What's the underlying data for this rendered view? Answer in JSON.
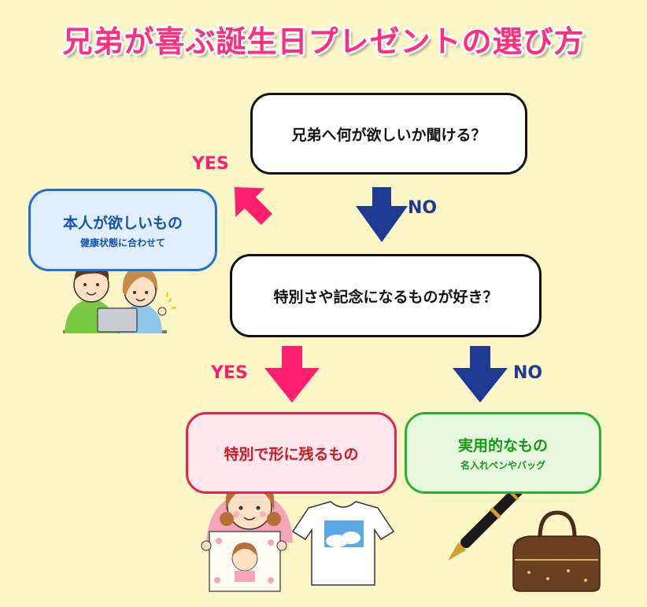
{
  "title": "兄弟が喜ぶ誕生日プレゼントの選び方",
  "question1": "兄弟へ何が欲しいか聞ける？",
  "question2": "特別さや記念になるものが好き？",
  "labels": {
    "yes": "YES",
    "no": "NO"
  },
  "results": {
    "wanted": {
      "main": "本人が欲しいもの",
      "sub": "健康状態に合わせて"
    },
    "special": {
      "main": "特別で形に残るもの"
    },
    "practical": {
      "main": "実用的なもの",
      "sub": "名入れペンやバッグ"
    }
  },
  "colors": {
    "background": "#fdf7c8",
    "title": "#ff2f7c",
    "yes_arrow": "#ff1f6e",
    "no_arrow": "#1e3a93",
    "wanted": "#1f6fd6",
    "special": "#e8224f",
    "practical": "#2ab02d"
  },
  "illustrations": [
    "siblings-laptop-illustration",
    "girl-drawing-illustration",
    "tshirt-illustration",
    "fountain-pen-illustration",
    "leather-bag-illustration"
  ]
}
